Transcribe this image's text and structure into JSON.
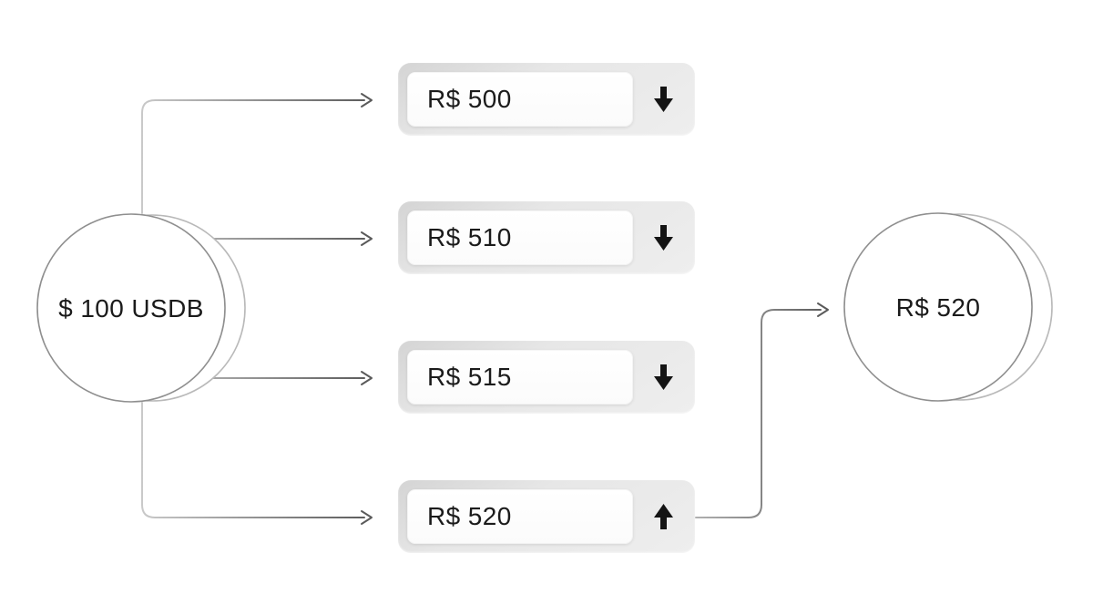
{
  "diagram_title": "currency-exchange-quotes",
  "source_coin": {
    "label": "$ 100 USDB"
  },
  "result_coin": {
    "label": "R$ 520"
  },
  "quotes": [
    {
      "label": "R$ 500",
      "direction": "down"
    },
    {
      "label": "R$ 510",
      "direction": "down"
    },
    {
      "label": "R$ 515",
      "direction": "down"
    },
    {
      "label": "R$ 520",
      "direction": "up"
    }
  ],
  "icons": {
    "down": "arrow-down-icon",
    "up": "arrow-up-icon"
  },
  "colors": {
    "background": "#ffffff",
    "text": "#1b1b1b",
    "quote_box_outer": "#e7e7e7",
    "quote_field": "#ffffff",
    "direction_arrow": "#141414",
    "connector_light": "#c9c9c9",
    "connector_dark": "#5a5a5a",
    "coin_stroke_front": "#8f8f8f",
    "coin_stroke_back": "#b9b9b9"
  }
}
